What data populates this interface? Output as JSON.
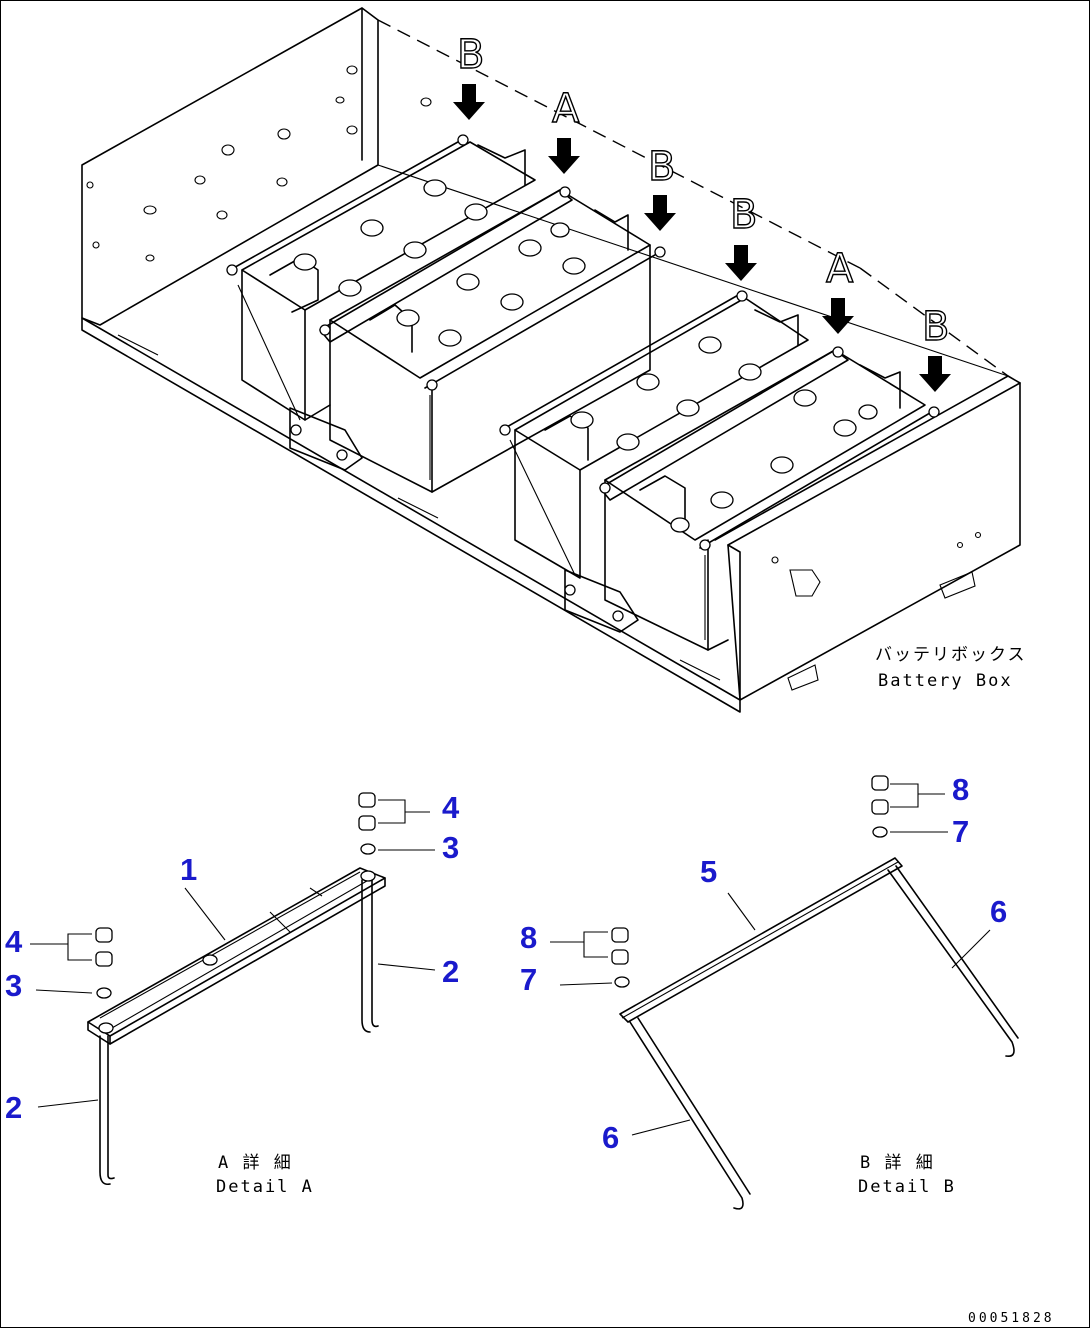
{
  "view_letters": {
    "b1": "B",
    "a1": "A",
    "b2": "B",
    "b3": "B",
    "a2": "A",
    "b4": "B"
  },
  "box_label": {
    "jp": "バッテリボックス",
    "en": "Battery Box"
  },
  "part_numbers": {
    "p1": "1",
    "p2_top": "2",
    "p2_left": "2",
    "p3_left": "3",
    "p3_right": "3",
    "p4_left": "4",
    "p4_right": "4",
    "p5": "5",
    "p6_right": "6",
    "p6_left": "6",
    "p7_left": "7",
    "p7_right": "7",
    "p8_left": "8",
    "p8_right": "8"
  },
  "detail_a": {
    "jp": "A 詳 細",
    "en": "Detail A"
  },
  "detail_b": {
    "jp": "B 詳 細",
    "en": "Detail B"
  },
  "drawing_code": "00051828"
}
